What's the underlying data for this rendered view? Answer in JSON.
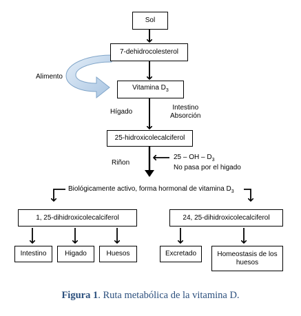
{
  "diagram": {
    "boxes": {
      "sun": "Sol",
      "dehydro": "7-dehidrocolesterol",
      "vitd3": "Vitamina D",
      "vitd3_sub": "3",
      "hydroxy25": "25-hidroxicolecalciferol",
      "dihydroxy1_25": "1, 25-dihidroxicolecalciferol",
      "dihydroxy24_25": "24, 25-dihidroxicolecalciferol",
      "intestine": "Intestino",
      "liver": "Higado",
      "bones": "Huesos",
      "excreted": "Excretado",
      "homeostasis_line1": "Homeostasis de los",
      "homeostasis_line2": "huesos"
    },
    "labels": {
      "food": "Alimento",
      "liver": "Hígado",
      "intestine_line1": "Intestino",
      "intestine_line2": "Absorción",
      "kidney": "Riñon",
      "oh_prefix": "25 – OH – D",
      "oh_sub": "3",
      "no_liver": "No pasa por el higado",
      "active": "Biológicamente activo, forma hormonal de vitamina D",
      "active_sub": "3"
    }
  },
  "caption": {
    "label": "Figura 1",
    "text": ". Ruta metabólica de la vitamina D."
  },
  "colors": {
    "curved_arrow_fill": "#c9dcee",
    "curved_arrow_stroke": "#7fa4c8",
    "caption": "#2b4f7d"
  }
}
